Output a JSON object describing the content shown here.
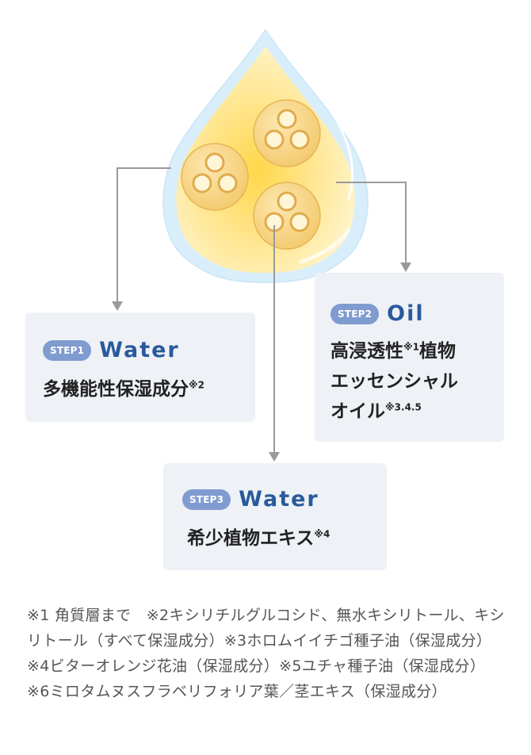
{
  "steps": [
    {
      "badge": "STEP1",
      "word": "Water",
      "desc": "多機能性保湿成分",
      "note": "※2"
    },
    {
      "badge": "STEP2",
      "word": "Oil",
      "desc_line1": "高浸透性",
      "desc_line1_note": "※1",
      "desc_line1_tail": "植物",
      "desc_line2": "エッセンシャル",
      "desc_line3": "オイル",
      "desc_line3_note": "※3.4.5"
    },
    {
      "badge": "STEP3",
      "word": "Water",
      "desc": "希少植物エキス",
      "note": "※4"
    }
  ],
  "footnote": "※1 角質層まで　※2キシリチルグルコシド、無水キシリトール、キシリトール（すべて保湿成分）※3ホロムイイチゴ種子油（保湿成分）※4ビターオレンジ花油（保湿成分）※5ユチャ種子油（保湿成分）※6ミロタムヌスフラベリフォリア葉／茎エキス（保湿成分）",
  "colors": {
    "accent": "#2a5a9b",
    "badge": "#7f9bd0",
    "card": "#eef1f6",
    "drop_outline": "#d6ecfa",
    "connector": "#9a9a9a"
  }
}
